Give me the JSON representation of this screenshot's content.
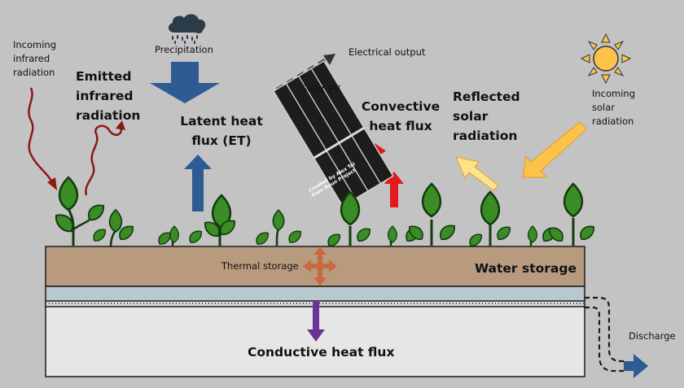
{
  "labels": {
    "incoming_infrared": [
      "Incoming",
      "infrared",
      "radiation"
    ],
    "emitted_infrared": [
      "Emitted",
      "infrared",
      "radiation"
    ],
    "precipitation": "Precipitation",
    "latent_heat": [
      "Latent heat",
      "flux (ET)"
    ],
    "electrical_output": "Electrical output",
    "solar_pv": "Solar PV",
    "convective": [
      "Convective",
      "heat flux"
    ],
    "reflected": [
      "Reflected",
      "solar",
      "radiation"
    ],
    "incoming_solar": [
      "Incoming",
      "solar",
      "radiation"
    ],
    "thermal_storage": "Thermal storage",
    "water_storage": "Water storage",
    "conductive": "Conductive heat flux",
    "discharge": "Discharge",
    "panel_credit": [
      "Created by Alex Tai",
      "from Noun Project"
    ]
  },
  "colors": {
    "background": "#c3c3c3",
    "soil": "#b89a7f",
    "water_layer": "#b7c8cf",
    "concrete": "#e6e6e6",
    "leaf": "#3a8c24",
    "infrared": "#8b1a12",
    "latent_arrow": "#2f5b93",
    "convective_arrow": "#e11b1b",
    "solar_arrow": "#fdc24a",
    "thermal_arrow": "#c86a3e",
    "conductive_arrow": "#6a3496",
    "discharge_arrow": "#2f5b93"
  },
  "icons": [
    "cloud-rain-icon",
    "sun-icon",
    "solar-panel-icon",
    "plant-icon"
  ]
}
